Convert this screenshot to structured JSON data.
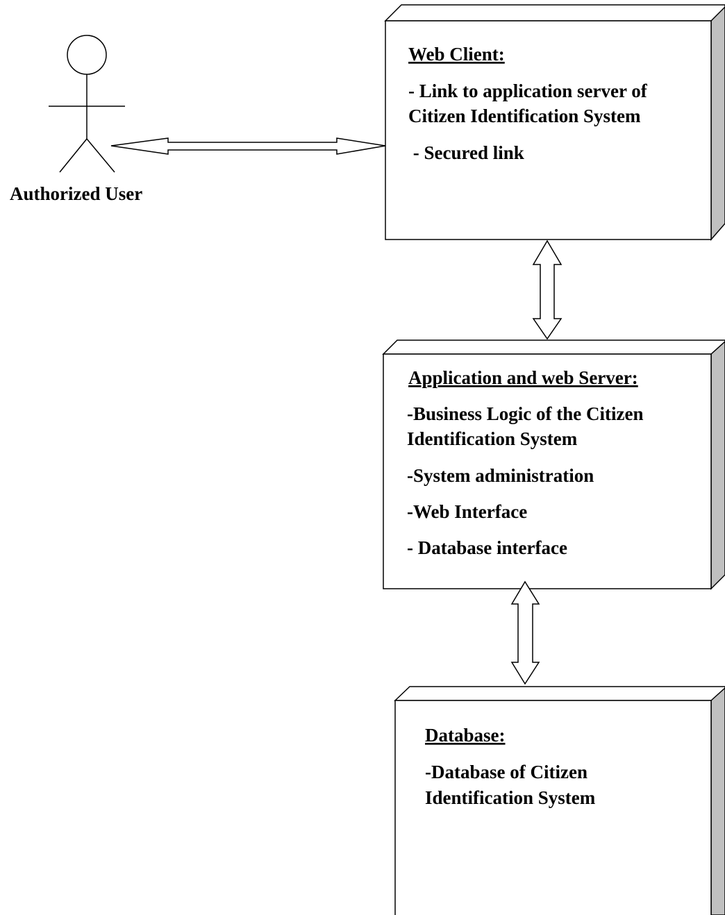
{
  "actor": {
    "label": "Authorized User"
  },
  "nodes": {
    "web_client": {
      "title": "Web Client:",
      "lines": [
        "- Link to application server of",
        "Citizen Identification System",
        " - Secured link"
      ]
    },
    "app_server": {
      "title": "Application and web Server:",
      "lines": [
        "-Business Logic of the Citizen",
        "Identification System",
        "-System administration",
        "-Web Interface",
        "- Database interface"
      ]
    },
    "database": {
      "title": "Database:",
      "lines": [
        "-Database of Citizen",
        "Identification System"
      ]
    }
  },
  "colors": {
    "stroke": "#000000",
    "fill": "#ffffff",
    "side_shade": "#c0c0c0"
  }
}
